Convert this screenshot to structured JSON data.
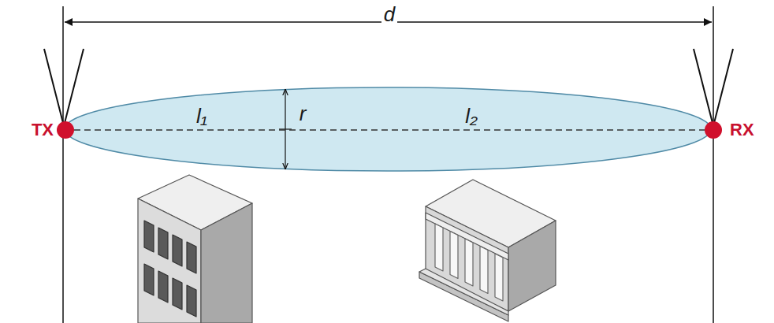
{
  "diagram": {
    "nodes": [
      {
        "text": [
          "TX"
        ]
      },
      {
        "text": [
          "RX"
        ]
      }
    ],
    "edges": [
      {
        "from": 0,
        "to": 1,
        "arrow": "none"
      }
    ],
    "labels": [
      "d",
      "r",
      "l₁",
      "l₂"
    ]
  }
}
